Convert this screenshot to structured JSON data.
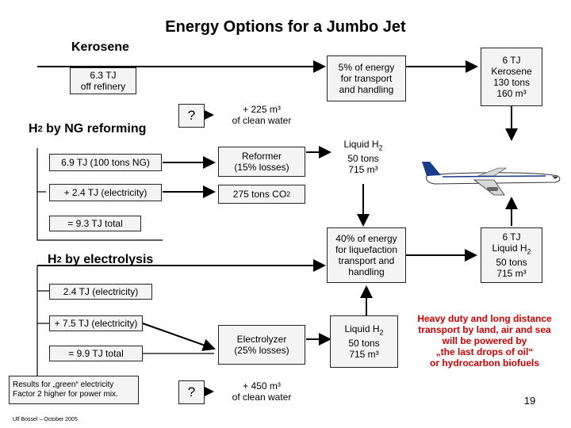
{
  "title": "Energy Options for a Jumbo Jet",
  "sections": {
    "kerosene": "Kerosene",
    "h2_ng_prefix": "H",
    "h2_ng_sub": "2",
    "h2_ng_suffix": " by NG reforming",
    "h2_el_prefix": "H",
    "h2_el_sub": "2",
    "h2_el_suffix": " by electrolysis"
  },
  "kerosene_path": {
    "refinery": "6.3 TJ\noff refinery",
    "transport": "5% of energy\nfor transport\nand handling",
    "result": "6 TJ\nKerosene\n130 tons\n160 m³"
  },
  "ng_path": {
    "question": "?",
    "water": "+ 225 m³\nof clean water",
    "ng_input": "6.9 TJ (100 tons NG)",
    "reformer": "Reformer\n(15% losses)",
    "electricity": "+ 2.4 TJ (electricity)",
    "co2_prefix": "275 tons CO",
    "co2_sub": "2",
    "total": "= 9.3 TJ total",
    "liquid_h2_1": "Liquid H",
    "liquid_h2_sub": "2",
    "liquid_h2_2": "50 tons\n715 m³"
  },
  "liquefaction": "40% of energy\nfor liquefaction\ntransport and\nhandling",
  "h2_result": {
    "line1": "6 TJ",
    "line2_prefix": "Liquid H",
    "line2_sub": "2",
    "line3": "50 tons\n715 m³"
  },
  "el_path": {
    "electricity_1": "2.4 TJ (electricity)",
    "electricity_2": "+ 7.5 TJ (electricity)",
    "electrolyzer": "Electrolyzer\n(25% losses)",
    "total": "= 9.9 TJ total",
    "question": "?",
    "water": "+ 450 m³\nof clean water",
    "liquid_h2_1": "Liquid H",
    "liquid_h2_sub": "2",
    "liquid_h2_2": "50 tons\n715 m³"
  },
  "note": "Results for „green“ electricity\nFactor 2 higher for power mix.",
  "statement": "Heavy duty and long distance\ntransport by land, air and sea\nwill be powered by\n„the last drops of oil“\nor hydrocarbon biofuels",
  "author": "Ulf Bossel – October 2005",
  "page_number": "19",
  "icons": {
    "aircraft": "jumbo-jet-icon"
  },
  "colors": {
    "box_fill": "#f4f4f4",
    "statement": "#cc0000",
    "aircraft": "#1a3a8a"
  }
}
